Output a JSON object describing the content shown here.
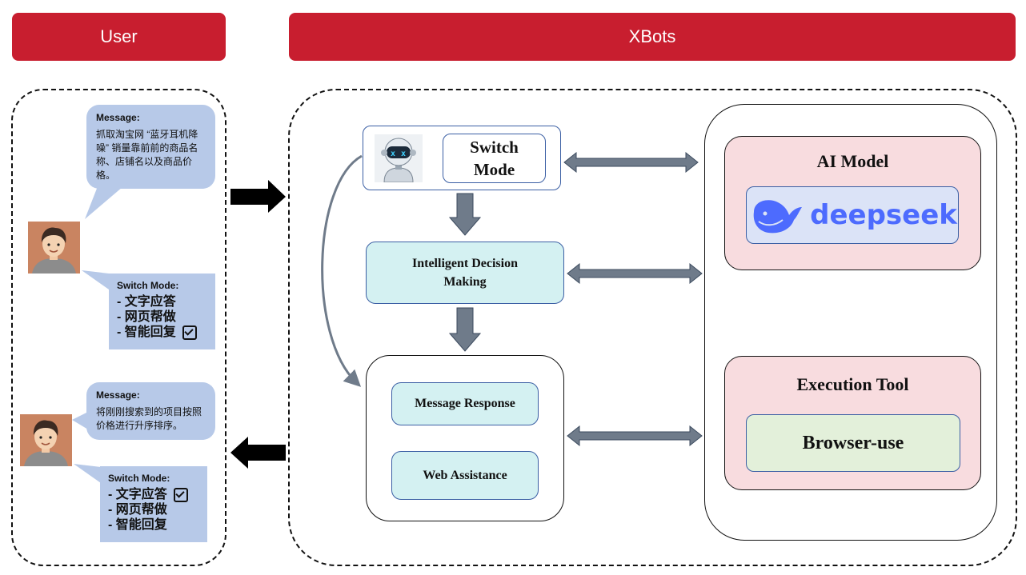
{
  "headers": {
    "user": "User",
    "xbots": "XBots"
  },
  "user_panel": {
    "message1": {
      "title": "Message:",
      "text": "抓取淘宝网 “蓝牙耳机降噪” 销量靠前前的商品名称、店铺名以及商品价格。"
    },
    "mode1": {
      "title": "Switch Mode:",
      "options": [
        "- 文字应答",
        "- 网页帮做",
        "- 智能回复"
      ],
      "checked_index": 2
    },
    "message2": {
      "title": "Message:",
      "text": "将刚刚搜索到的项目按照价格进行升序排序。"
    },
    "mode2": {
      "title": "Switch Mode:",
      "options": [
        "- 文字应答",
        "- 网页帮做",
        "- 智能回复"
      ],
      "checked_index": 0
    }
  },
  "xbots_panel": {
    "switch_mode": "Switch Mode",
    "decision": "Intelligent Decision Making",
    "message_response": "Message Response",
    "web_assistance": "Web Assistance",
    "ai_model": {
      "title": "AI Model",
      "logo_text": "deepseek"
    },
    "execution_tool": {
      "title": "Execution Tool",
      "tool": "Browser-use"
    }
  },
  "colors": {
    "header": "#c81e2f",
    "bubble": "#b7c9e8",
    "cyan": "#d4f1f2",
    "pink": "#f8dcdf",
    "green": "#e3f0da",
    "deepseek": "#4d6bfe",
    "arrow_gray": "#6f7b8a"
  }
}
